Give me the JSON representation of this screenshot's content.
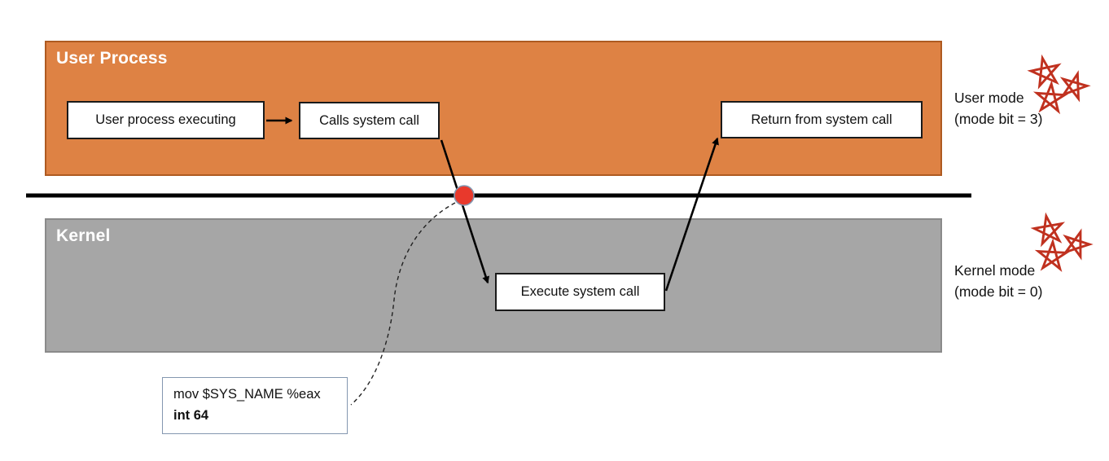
{
  "regions": {
    "user_process": {
      "label": "User Process"
    },
    "kernel": {
      "label": "Kernel"
    }
  },
  "nodes": {
    "user_process_executing": {
      "label": "User process executing"
    },
    "calls_system_call": {
      "label": "Calls system call"
    },
    "return_from_system_call": {
      "label": "Return from system call"
    },
    "execute_system_call": {
      "label": "Execute system call"
    }
  },
  "callout": {
    "line1": "mov $SYS_NAME %eax",
    "line2": "int 64"
  },
  "annotations": {
    "user_mode": {
      "title": "User mode",
      "subtitle": "(mode bit = 3)"
    },
    "kernel_mode": {
      "title": "Kernel mode",
      "subtitle": "(mode bit = 0)"
    }
  },
  "colors": {
    "user_region_fill": "#DE8244",
    "user_region_border": "#AE5A21",
    "kernel_region_fill": "#A6A6A6",
    "kernel_region_border": "#8A8A8A",
    "boundary_line": "#000000",
    "trap_dot_fill": "#E8392C",
    "trap_dot_border": "#8497B0",
    "star_red": "#C0311F",
    "callout_border": "#8497B0"
  }
}
